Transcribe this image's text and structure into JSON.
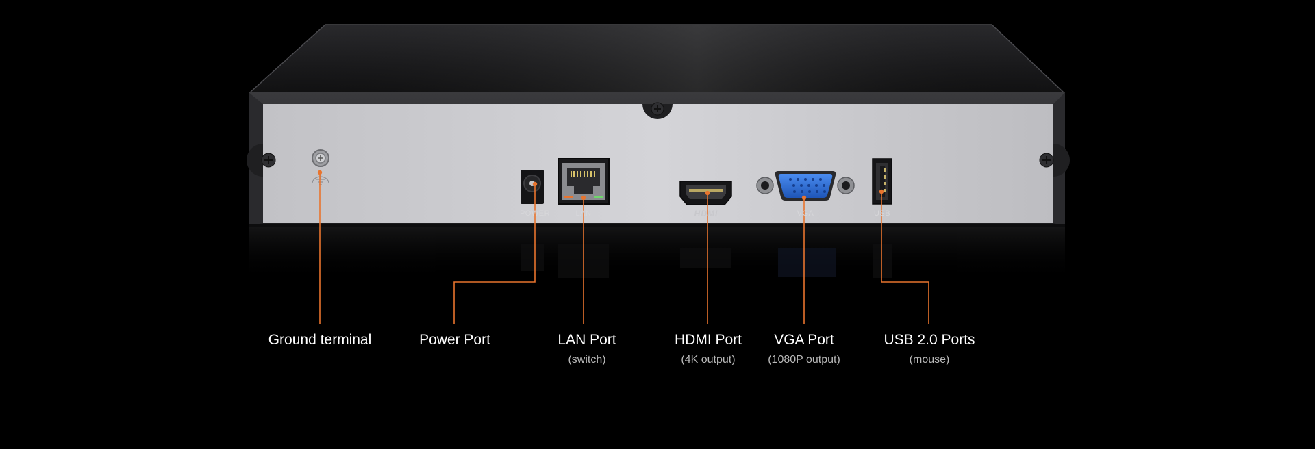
{
  "device": {
    "port_markings": {
      "power": "POWER",
      "lan": "LAN",
      "hdmi": "HDMI",
      "vga": "VGA",
      "usb": "USB"
    }
  },
  "callouts": [
    {
      "id": "ground",
      "title": "Ground terminal",
      "subtitle": ""
    },
    {
      "id": "power",
      "title": "Power Port",
      "subtitle": ""
    },
    {
      "id": "lan",
      "title": "LAN Port",
      "subtitle": "(switch)"
    },
    {
      "id": "hdmi",
      "title": "HDMI Port",
      "subtitle": "(4K output)"
    },
    {
      "id": "vga",
      "title": "VGA Port",
      "subtitle": "(1080P output)"
    },
    {
      "id": "usb",
      "title": "USB 2.0 Ports",
      "subtitle": "(mouse)"
    }
  ],
  "colors": {
    "background": "#000000",
    "panel": "#c9c9cd",
    "chassis": "#1e1e20",
    "leader_line": "#e8742e",
    "vga_connector": "#2f6fd6"
  }
}
